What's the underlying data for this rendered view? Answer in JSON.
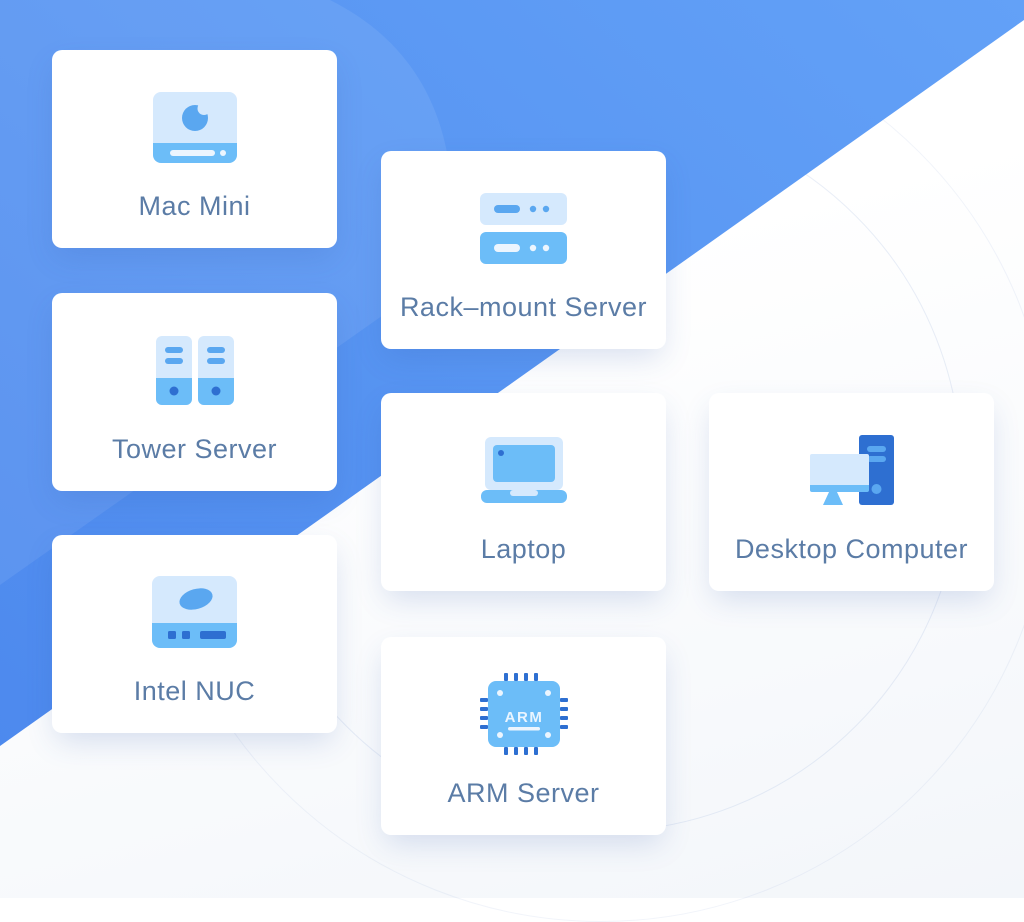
{
  "palette": {
    "background_blue_light": "#63a1f7",
    "background_blue_dark": "#4b87ed",
    "page_background": "#f3f6fa",
    "card_background": "#ffffff",
    "label_color": "#5b7ca6",
    "icon_light_blue": "#d5e9fd",
    "icon_sky_blue": "#6cbdf8",
    "icon_accent_blue": "#5aa7f0",
    "icon_deep_blue": "#2e6fd1",
    "icon_white": "#ecf5fe"
  },
  "devices": [
    {
      "label": "Mac Mini",
      "icon": "mac-mini-icon"
    },
    {
      "label": "Rack–mount Server",
      "icon": "rack-mount-server-icon"
    },
    {
      "label": "Tower Server",
      "icon": "tower-server-icon"
    },
    {
      "label": "Laptop",
      "icon": "laptop-icon"
    },
    {
      "label": "Desktop Computer",
      "icon": "desktop-computer-icon"
    },
    {
      "label": "Intel NUC",
      "icon": "intel-nuc-icon"
    },
    {
      "label": "ARM Server",
      "icon": "arm-server-icon",
      "chip_label": "ARM"
    }
  ]
}
